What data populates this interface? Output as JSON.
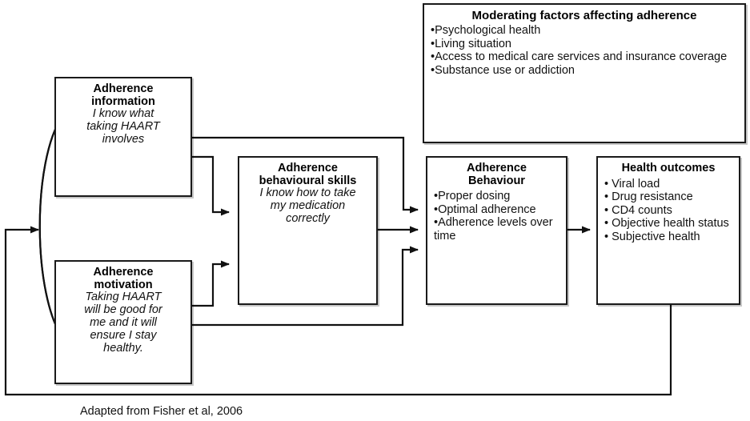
{
  "diagram": {
    "title_visible": false,
    "caption": "Adapted from Fisher et al, 2006",
    "colors": {
      "stroke": "#1a1a1a",
      "text": "#000000",
      "background": "#ffffff"
    }
  },
  "boxes": {
    "information": {
      "title_line1": "Adherence",
      "title_line2": "information",
      "subtitle_line1": "I know what",
      "subtitle_line2": "taking HAART",
      "subtitle_line3": "involves"
    },
    "motivation": {
      "title_line1": "Adherence",
      "title_line2": "motivation",
      "subtitle_line1": "Taking HAART",
      "subtitle_line2": "will be good for",
      "subtitle_line3": "me and it will",
      "subtitle_line4": "ensure I stay",
      "subtitle_line5": "healthy."
    },
    "skills": {
      "title_line1": "Adherence",
      "title_line2": "behavioural skills",
      "subtitle_line1": "I know how to take",
      "subtitle_line2": "my medication",
      "subtitle_line3": "correctly"
    },
    "behaviour": {
      "title_line1": "Adherence",
      "title_line2": "Behaviour",
      "bullets": [
        "•Proper dosing",
        "•Optimal adherence",
        "•Adherence levels over time"
      ]
    },
    "outcomes": {
      "title": "Health outcomes",
      "bullets": [
        "• Viral load",
        "• Drug resistance",
        "• CD4 counts",
        "• Objective health status",
        "• Subjective health"
      ]
    },
    "moderating": {
      "title": "Moderating factors affecting adherence",
      "bullets": [
        "•Psychological health",
        "•Living situation",
        "•Access to medical care services and insurance coverage",
        "•Substance use or addiction"
      ]
    }
  }
}
